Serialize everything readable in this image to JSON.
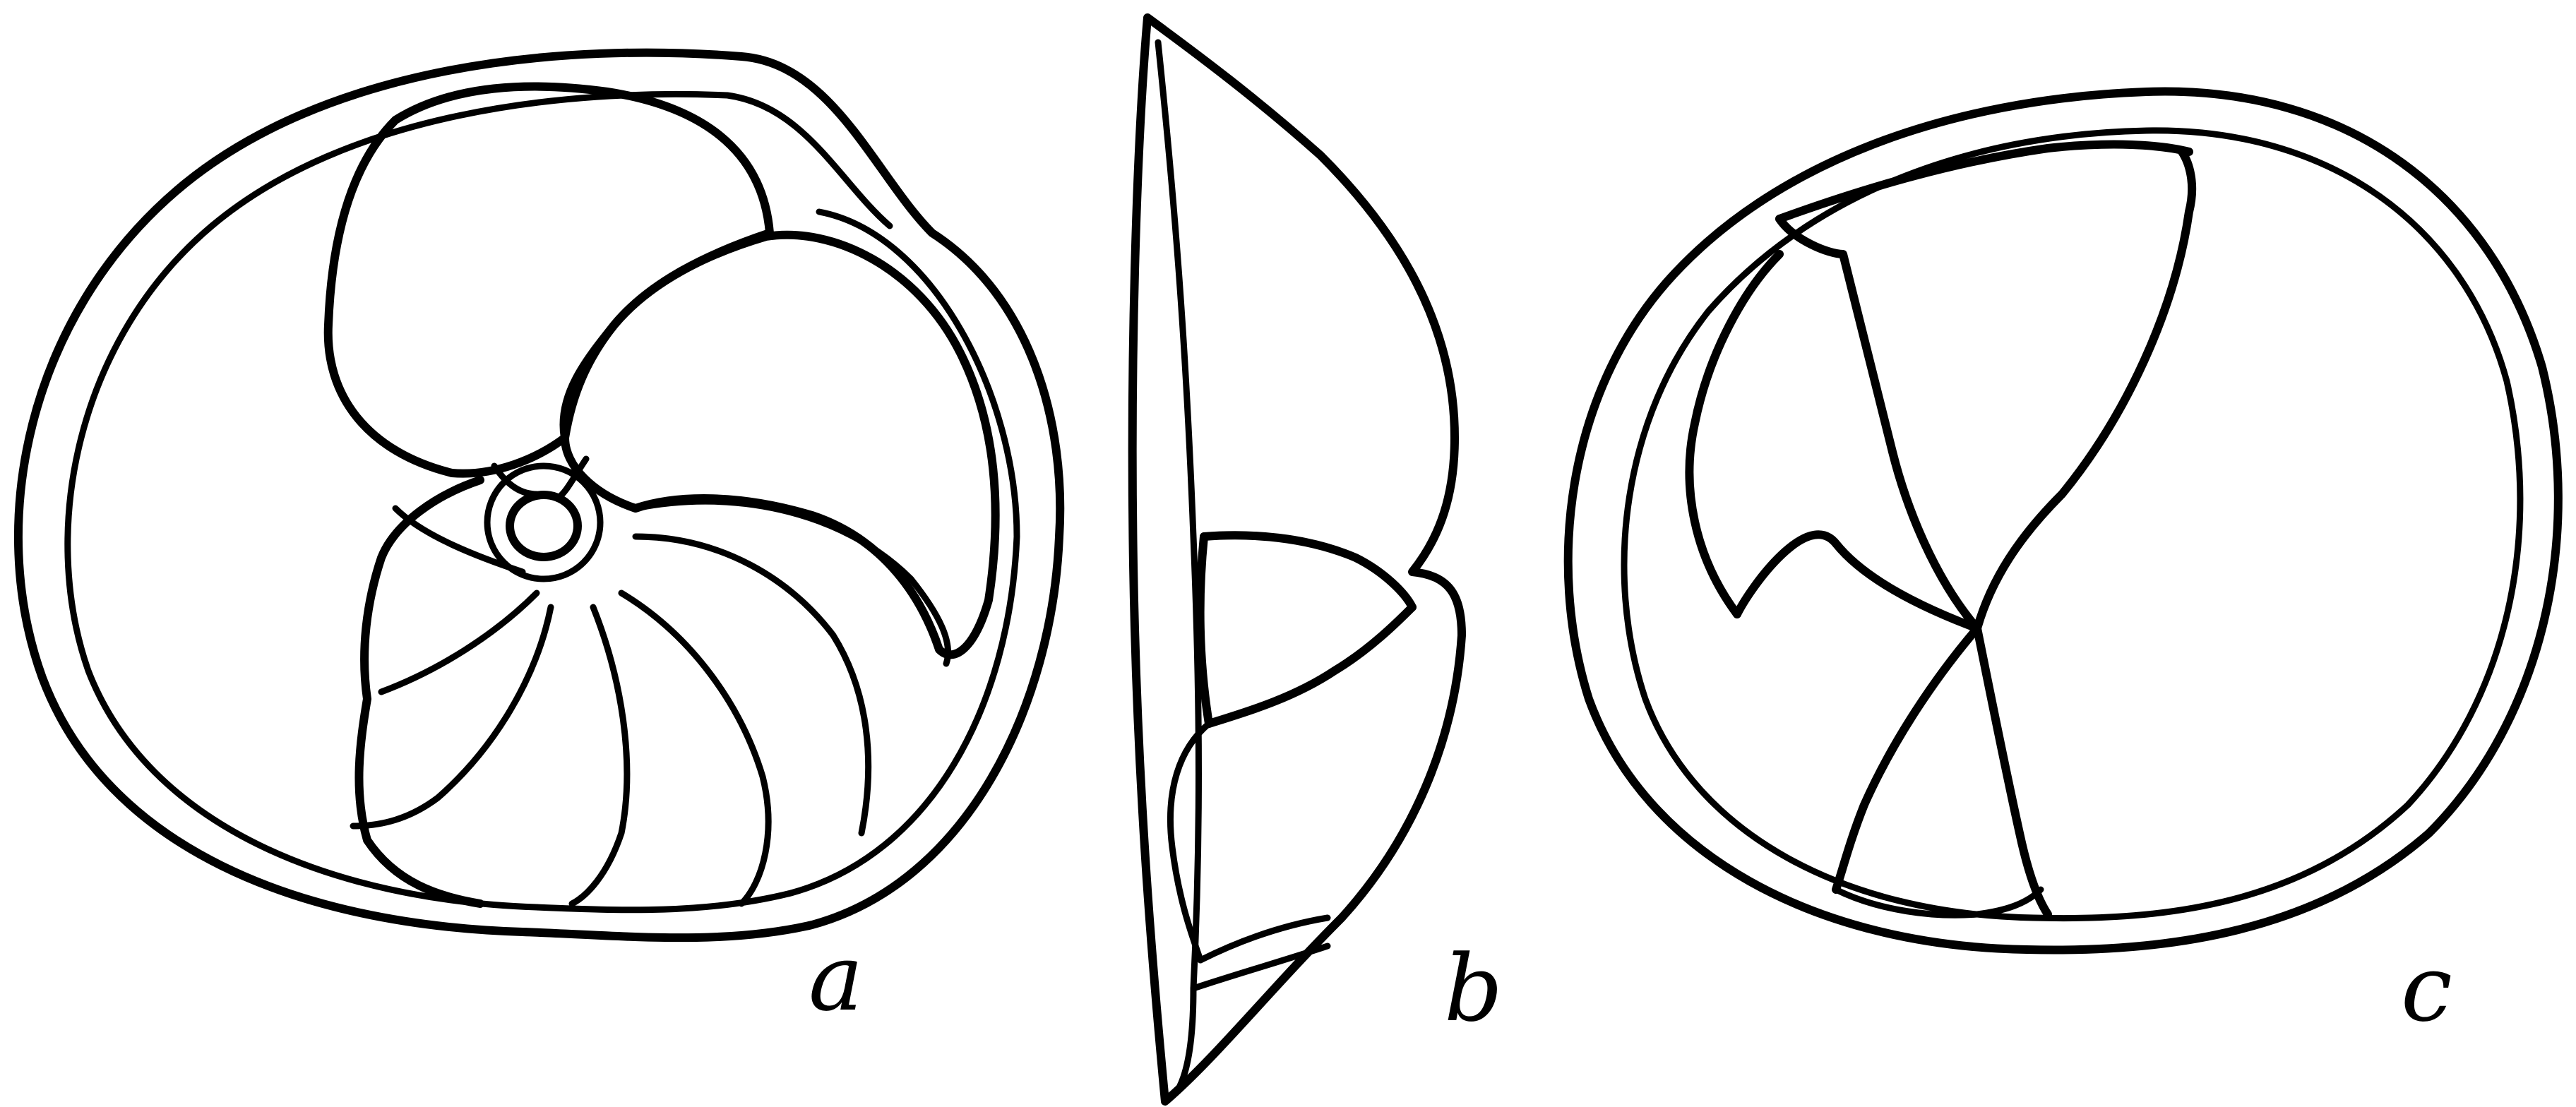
{
  "figure": {
    "panels": [
      {
        "id": "a",
        "label": "a",
        "view": "spiral-side-view"
      },
      {
        "id": "b",
        "label": "b",
        "view": "edge-view"
      },
      {
        "id": "c",
        "label": "c",
        "view": "umbilical-side-view"
      }
    ],
    "colors": {
      "ink": "#000000",
      "paper": "#ffffff"
    }
  }
}
